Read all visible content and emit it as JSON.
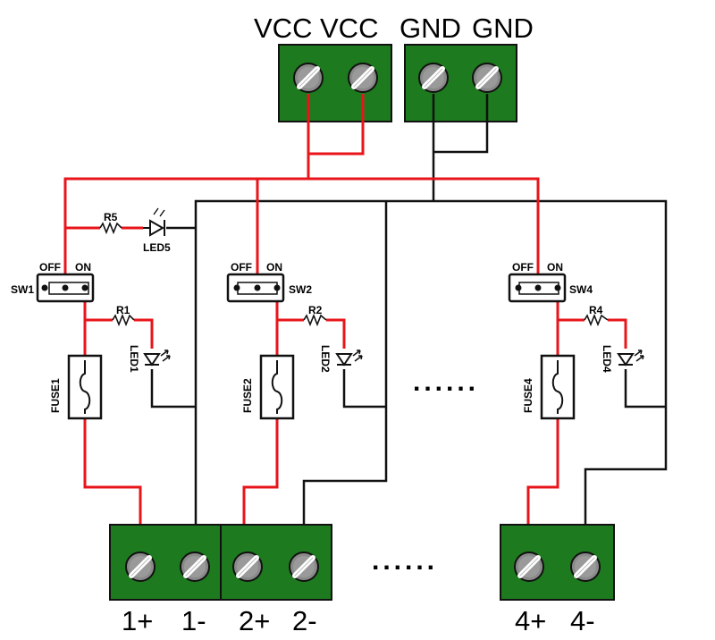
{
  "power_terminals": {
    "labels": [
      "VCC",
      "VCC",
      "GND",
      "GND"
    ]
  },
  "switch_labels": {
    "off": "OFF",
    "on": "ON"
  },
  "switches": [
    "SW1",
    "SW2",
    "SW4"
  ],
  "resistors": [
    "R5",
    "R1",
    "R2",
    "R4"
  ],
  "leds": [
    "LED5",
    "LED1",
    "LED2",
    "LED4"
  ],
  "fuses": [
    "FUSE1",
    "FUSE2",
    "FUSE4"
  ],
  "ellipsis": "......",
  "output_terminals": {
    "labels": [
      "1+",
      "1-",
      "2+",
      "2-",
      "4+",
      "4-"
    ]
  },
  "colors": {
    "positive_wire": "#e8151b",
    "ground_wire": "#111111",
    "terminal_block": "#1e7a1e"
  }
}
